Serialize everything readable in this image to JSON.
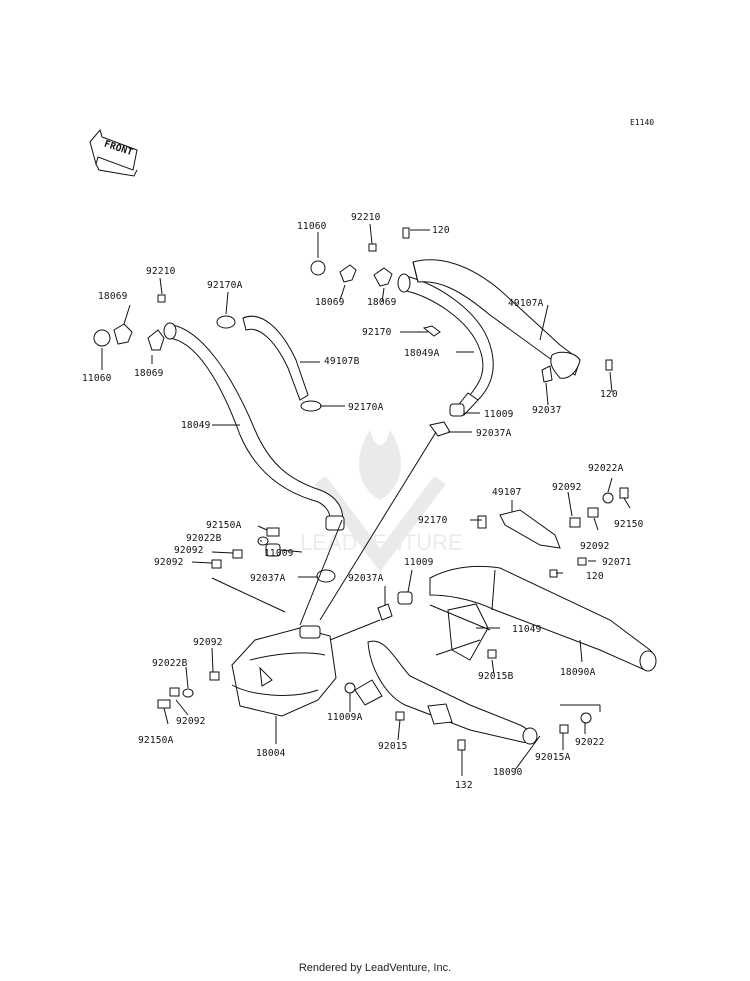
{
  "diagram_code": "E1140",
  "front_label": "FRONT",
  "watermark_text": "LEADVENTURE",
  "footer": "Rendered by LeadVenture, Inc.",
  "parts": [
    "92210",
    "11060",
    "120",
    "18069",
    "18069",
    "92170",
    "18049A",
    "49107A",
    "92037",
    "120",
    "11009",
    "92037A",
    "92210",
    "18069",
    "18069",
    "11060",
    "92170A",
    "49107B",
    "92170A",
    "18049",
    "92150A",
    "92022B",
    "92092",
    "92092",
    "11009",
    "92037A",
    "92037A",
    "11009",
    "92022A",
    "92092",
    "92150",
    "49107",
    "92092",
    "92170",
    "92071",
    "120",
    "11049",
    "92015B",
    "18090A",
    "92092",
    "92022B",
    "92092",
    "92150A",
    "18004",
    "11009A",
    "92015",
    "132",
    "18090",
    "92015A",
    "92022"
  ]
}
